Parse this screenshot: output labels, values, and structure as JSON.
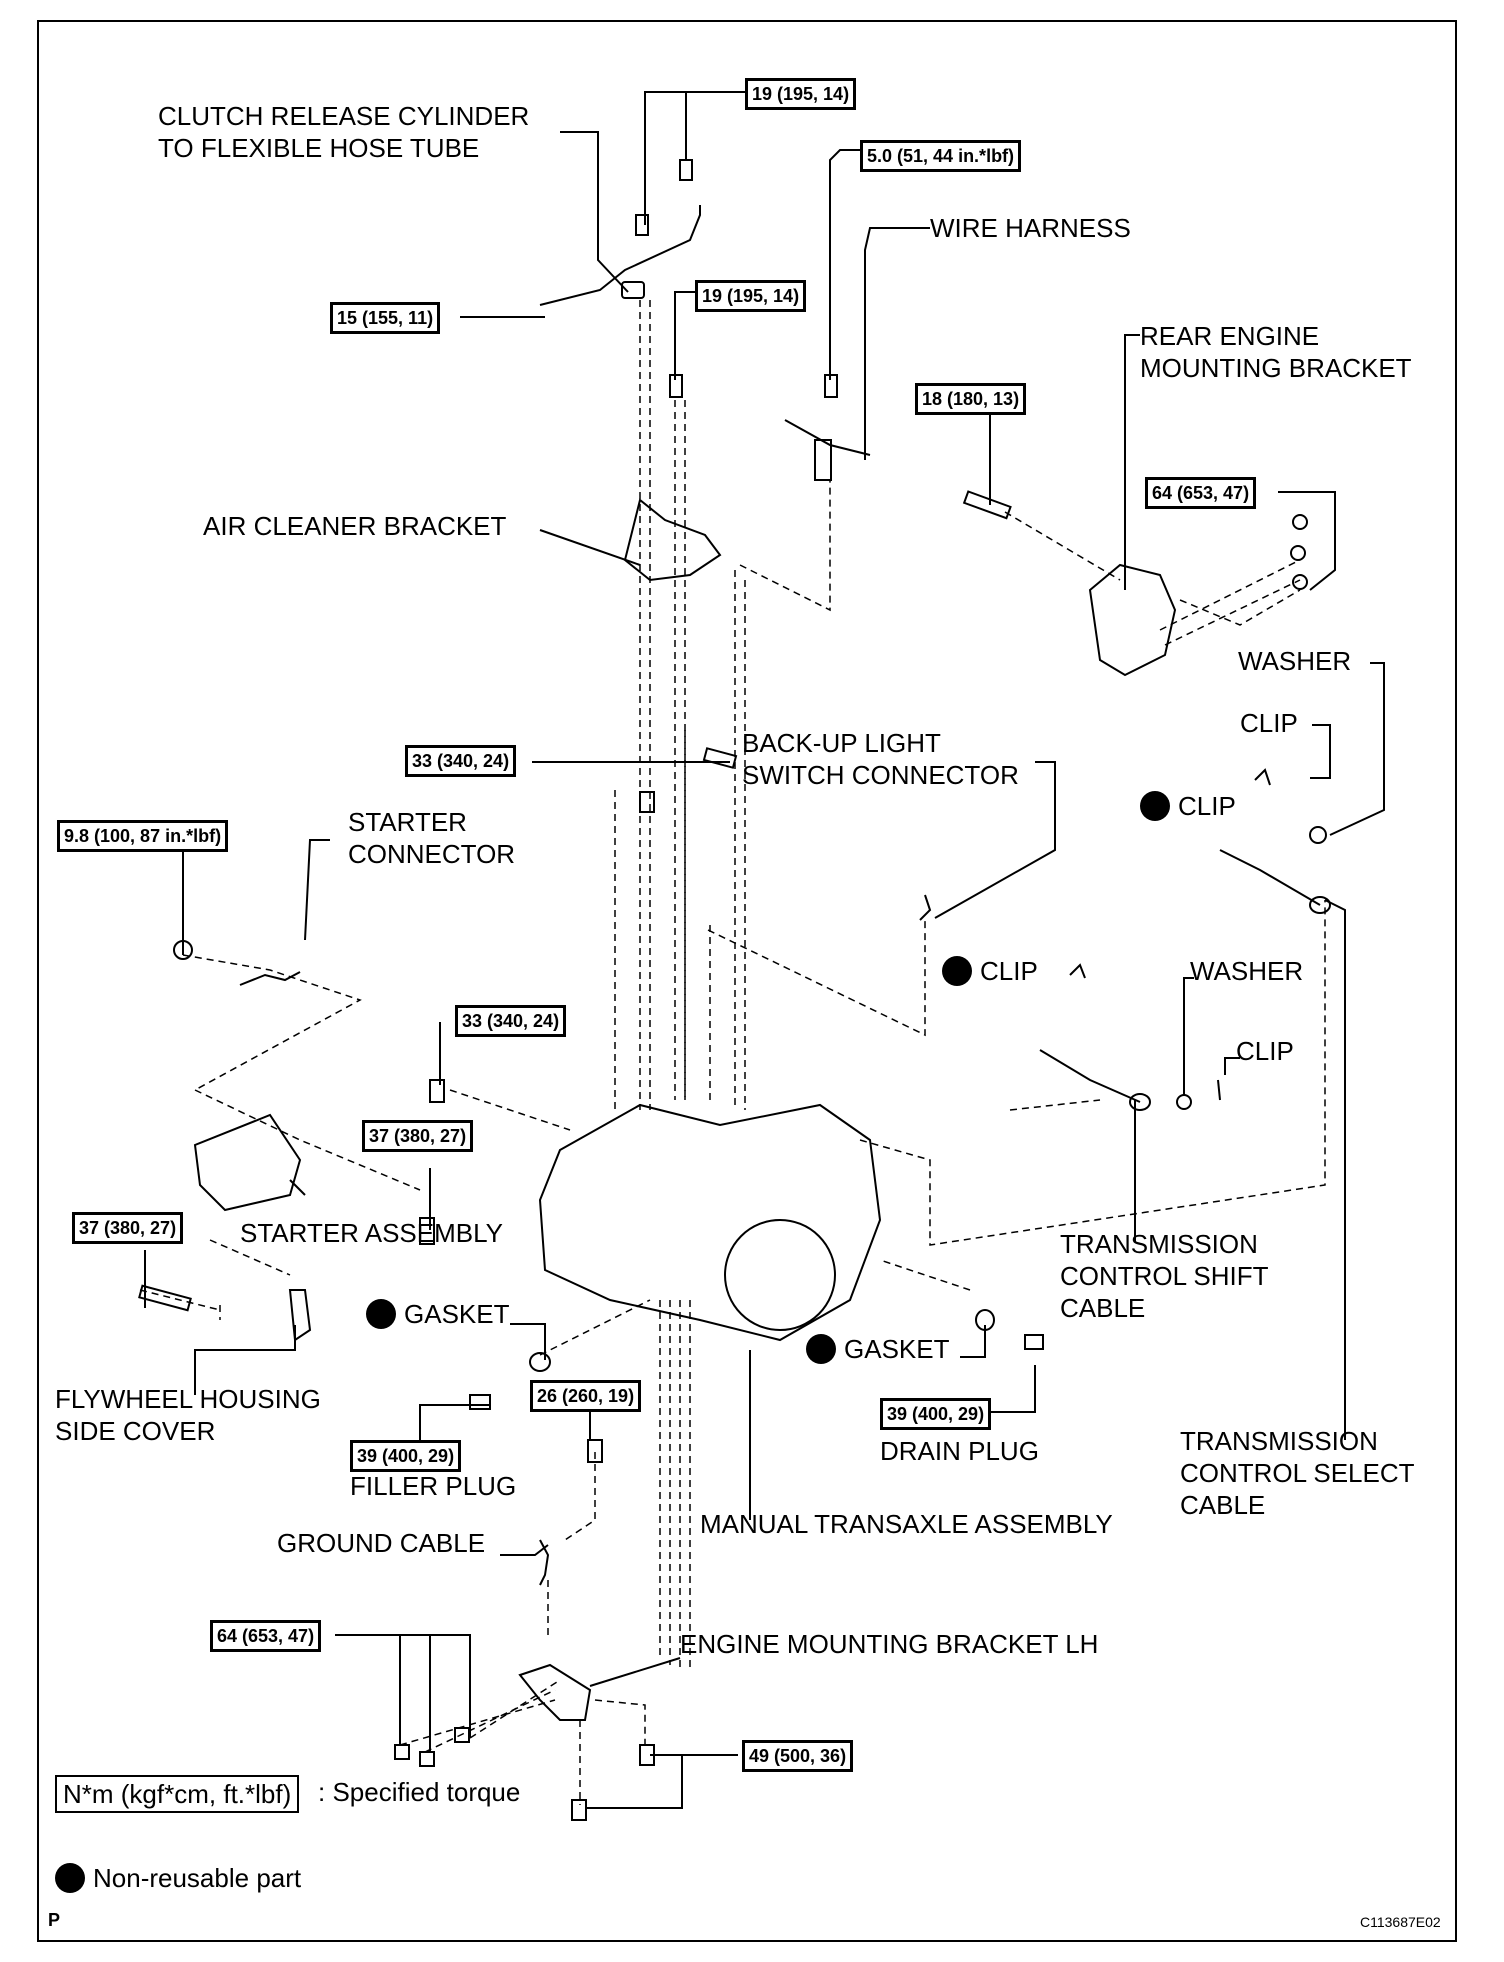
{
  "labels": {
    "clutch_release": [
      "CLUTCH RELEASE CYLINDER",
      "TO FLEXIBLE HOSE TUBE"
    ],
    "wire_harness": "WIRE HARNESS",
    "rear_engine_mount": [
      "REAR ENGINE",
      "MOUNTING BRACKET"
    ],
    "air_cleaner_bracket": "AIR CLEANER BRACKET",
    "backup_light": [
      "BACK-UP LIGHT",
      "SWITCH CONNECTOR"
    ],
    "washer_upper": "WASHER",
    "clip_upper": "CLIP",
    "clip_nonreusable_upper": "CLIP",
    "starter_connector": [
      "STARTER",
      "CONNECTOR"
    ],
    "clip_nonreusable_mid": "CLIP",
    "washer_mid": "WASHER",
    "clip_mid": "CLIP",
    "starter_assembly": "STARTER ASSEMBLY",
    "shift_cable": [
      "TRANSMISSION",
      "CONTROL SHIFT",
      "CABLE"
    ],
    "gasket_left": "GASKET",
    "gasket_right": "GASKET",
    "flywheel_cover": [
      "FLYWHEEL HOUSING",
      "SIDE COVER"
    ],
    "filler_plug": "FILLER PLUG",
    "drain_plug": "DRAIN PLUG",
    "select_cable": [
      "TRANSMISSION",
      "CONTROL SELECT",
      "CABLE"
    ],
    "ground_cable": "GROUND CABLE",
    "manual_transaxle": "MANUAL TRANSAXLE ASSEMBLY",
    "engine_mount_lh": "ENGINE MOUNTING BRACKET LH"
  },
  "torques": {
    "t1": "19 (195, 14)",
    "t2": "5.0 (51, 44 in.*lbf)",
    "t3": "15 (155, 11)",
    "t4": "19 (195, 14)",
    "t5": "18 (180, 13)",
    "t6": "64 (653, 47)",
    "t7": "33 (340, 24)",
    "t8": "9.8 (100, 87 in.*lbf)",
    "t9": "33 (340, 24)",
    "t10": "37 (380, 27)",
    "t11": "37 (380, 27)",
    "t12": "26 (260, 19)",
    "t13": "39 (400, 29)",
    "t14": "39 (400, 29)",
    "t15": "64 (653, 47)",
    "t16": "49 (500, 36)"
  },
  "legend": {
    "torque_unit": "N*m (kgf*cm, ft.*lbf)",
    "torque_desc": ": Specified torque",
    "nonreusable": "Non-reusable part"
  },
  "footer": {
    "page_mark": "P",
    "figure_code": "C113687E02"
  }
}
